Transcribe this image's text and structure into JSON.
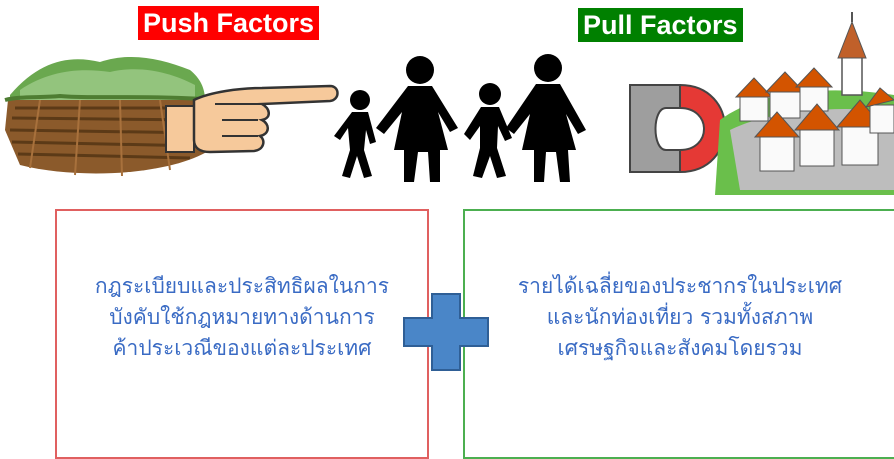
{
  "push": {
    "title": "Push Factors",
    "color": "#ff0000",
    "text": "กฎระเบียบและประสิทธิผลในการบังคับใช้กฎหมายทางด้านการค้าประเวณีของแต่ละประเทศ",
    "lines": [
      "กฎระเบียบและประสิทธิผลในการ",
      "บังคับใช้กฎหมายทางด้านการ",
      "ค้าประเวณีของแต่ละประเทศ"
    ]
  },
  "pull": {
    "title": "Pull Factors",
    "color": "#008000",
    "text": "รายได้เฉลี่ยของประชากรในประเทศและนักท่องเที่ยว รวมทั้งสภาพเศรษฐกิจและสังคมโดยรวม",
    "lines": [
      "รายได้เฉลี่ยของประชากรในประเทศ",
      "และนักท่องเที่ยว รวมทั้งสภาพ",
      "เศรษฐกิจและสังคมโดยรวม"
    ]
  },
  "icons": {
    "farmland": "farmland-illustration",
    "hand": "pointing-hand-icon",
    "people": "walking-family-silhouette",
    "magnet": "magnet-icon",
    "village": "village-illustration",
    "plus": "plus-icon"
  },
  "colors": {
    "text": "#3a6bc4",
    "plus": "#4a86c8",
    "push_border": "#e06060",
    "pull_border": "#4caf50"
  }
}
